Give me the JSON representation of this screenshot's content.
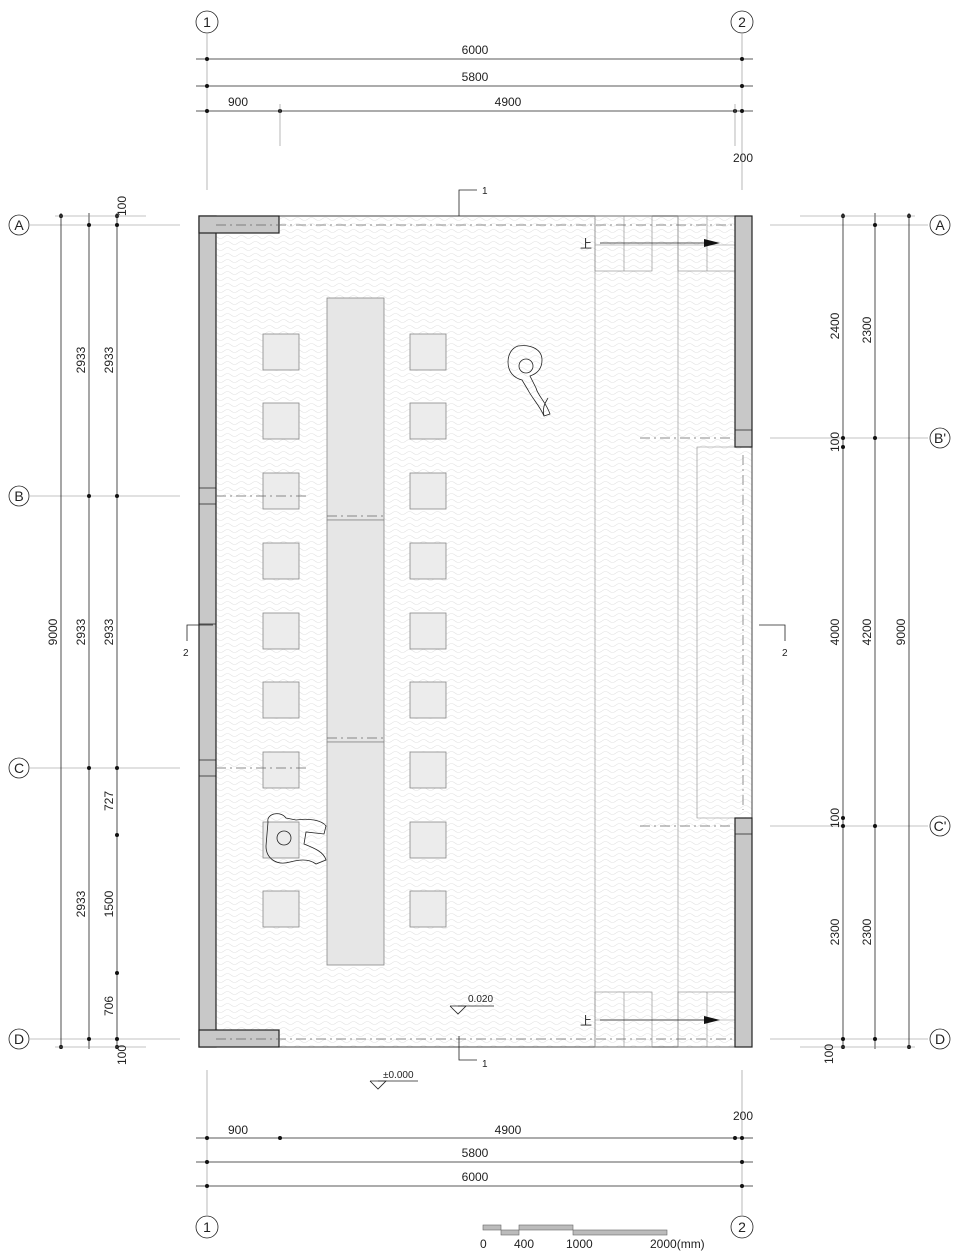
{
  "drawing": {
    "grid_columns": [
      "1",
      "2"
    ],
    "grid_rows_left": [
      "A",
      "B",
      "C",
      "D"
    ],
    "grid_rows_right": [
      "A",
      "B'",
      "C'",
      "D"
    ],
    "top_dims": {
      "overall": "6000",
      "inner": "5800",
      "seg_left": "900",
      "seg_main": "4900",
      "seg_right": "200"
    },
    "bottom_dims": {
      "overall": "6000",
      "inner": "5800",
      "seg_left": "900",
      "seg_main": "4900",
      "seg_right": "200"
    },
    "left_dims": {
      "top_small": "100",
      "overall": "9000",
      "col2": [
        "2933",
        "2933",
        "2933"
      ],
      "col3": [
        "2933",
        "2933",
        "727",
        "1500",
        "706"
      ],
      "bottom_small": "100"
    },
    "right_dims": {
      "overall": "9000",
      "col1": [
        "2400",
        "100",
        "4000",
        "100",
        "2300",
        "100"
      ],
      "col2": [
        "2300",
        "4200",
        "2300"
      ]
    },
    "section_marks": {
      "s1_top": "1",
      "s1_bottom": "1",
      "s2_left": "2",
      "s2_right": "2"
    },
    "stair_labels": {
      "top": "上",
      "bottom": "上"
    },
    "levels": {
      "floor": "0.020",
      "ground": "±0.000"
    },
    "scale_bar": {
      "labels": [
        "0",
        "400",
        "1000",
        "2000(mm)"
      ]
    }
  }
}
